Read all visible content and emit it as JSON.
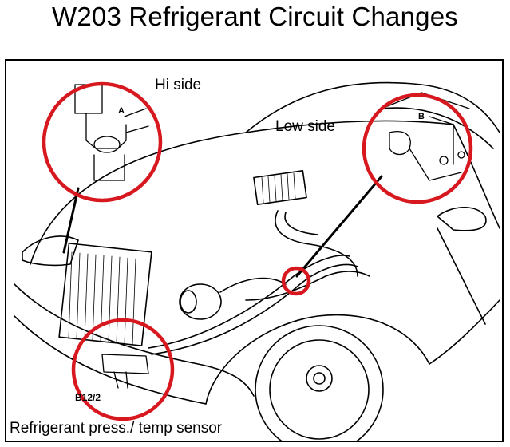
{
  "title": "W203 Refrigerant Circuit Changes",
  "labels": {
    "hi_side": "Hi side",
    "low_side": "Low side",
    "sensor": "Refrigerant press./ temp sensor",
    "tag_a": "A",
    "tag_b": "B",
    "tag_b12": "B12/2"
  },
  "colors": {
    "callout_circle": "#d8181f",
    "line": "#000000",
    "background": "#ffffff"
  }
}
